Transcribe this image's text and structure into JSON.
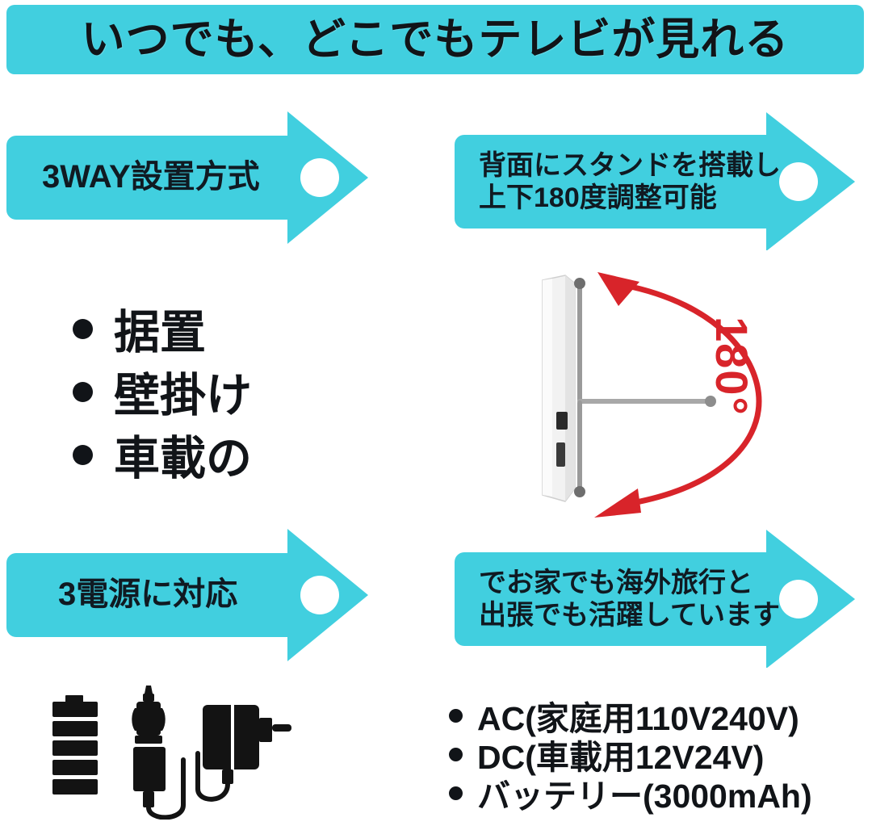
{
  "header": {
    "title": "いつでも、どこでもテレビが見れる",
    "background_color": "#41cfdf",
    "text_color": "#111418"
  },
  "banners": {
    "install_method": {
      "text": "3WAY設置方式",
      "color": "#41cfdf"
    },
    "stand_rotation": {
      "line1": "背面にスタンドを搭載し",
      "line2": "上下180度調整可能",
      "color": "#41cfdf"
    },
    "power_support": {
      "text": "3電源に対応",
      "color": "#41cfdf"
    },
    "usage_scenes": {
      "line1": "でお家でも海外旅行と",
      "line2": "出張でも活躍しています",
      "color": "#41cfdf"
    }
  },
  "install_options": [
    {
      "label": "据置"
    },
    {
      "label": "壁掛け"
    },
    {
      "label": "車載の"
    }
  ],
  "power_options": [
    {
      "label": "AC(家庭用110V240V)"
    },
    {
      "label": "DC(車載用12V24V)"
    },
    {
      "label": "バッテリー(3000mAh)"
    }
  ],
  "rotation_illustration": {
    "angle_label": "180°",
    "arc_color": "#d8242a",
    "device_color": "#efefef",
    "icon_name": "tv-side-view-with-stand"
  },
  "power_icons": [
    {
      "name": "battery-icon"
    },
    {
      "name": "car-charger-icon"
    },
    {
      "name": "ac-adapter-icon"
    }
  ]
}
